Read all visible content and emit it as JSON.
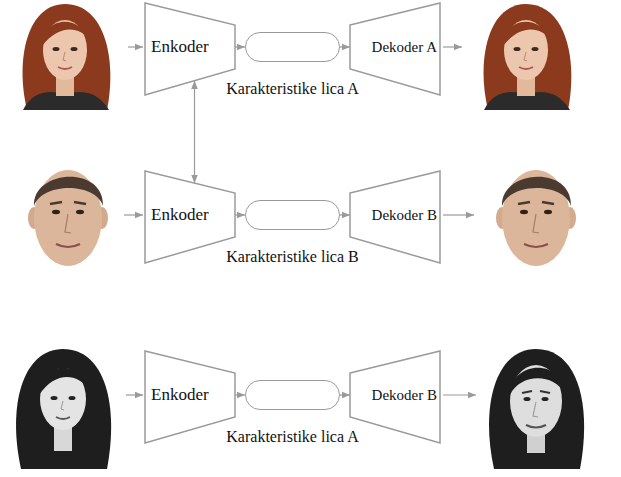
{
  "diagram": {
    "nodes": [
      {
        "text": [
          "Enkoder"
        ]
      },
      {
        "text": [
          "Karakteristike lica A"
        ]
      },
      {
        "text": [
          "Dekoder A"
        ]
      },
      {
        "text": [
          "Enkoder"
        ]
      },
      {
        "text": [
          "Karakteristike lica B"
        ]
      },
      {
        "text": [
          "Dekoder B"
        ]
      },
      {
        "text": [
          "Enkoder"
        ]
      },
      {
        "text": [
          "Karakteristike lica A"
        ]
      },
      {
        "text": [
          "Dekoder B"
        ]
      }
    ],
    "edges": [
      {
        "from": 0,
        "to": 1,
        "arrow": "to"
      },
      {
        "from": 1,
        "to": 2,
        "arrow": "to"
      },
      {
        "from": 3,
        "to": 4,
        "arrow": "to"
      },
      {
        "from": 4,
        "to": 5,
        "arrow": "to"
      },
      {
        "from": 6,
        "to": 7,
        "arrow": "to"
      },
      {
        "from": 7,
        "to": 8,
        "arrow": "to"
      },
      {
        "from": 0,
        "to": 3,
        "arrow": "both"
      }
    ]
  }
}
